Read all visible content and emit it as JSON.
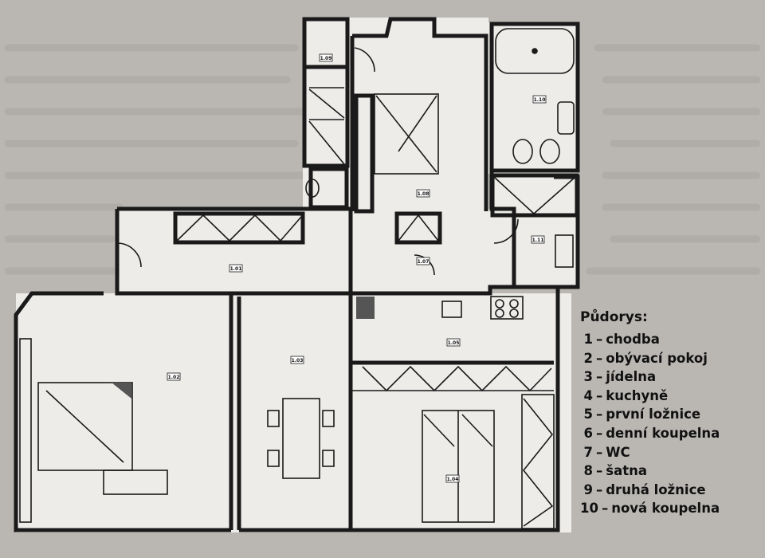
{
  "legend": {
    "title": "Půdorys:",
    "items": [
      {
        "num": "1",
        "label": "chodba"
      },
      {
        "num": "2",
        "label": "obývací pokoj"
      },
      {
        "num": "3",
        "label": "jídelna"
      },
      {
        "num": "4",
        "label": "kuchyně"
      },
      {
        "num": "5",
        "label": "první ložnice"
      },
      {
        "num": "6",
        "label": "denní koupelna"
      },
      {
        "num": "7",
        "label": "WC"
      },
      {
        "num": "8",
        "label": "šatna"
      },
      {
        "num": "9",
        "label": "druhá ložnice"
      },
      {
        "num": "10",
        "label": "nová koupelna"
      }
    ]
  },
  "room_ids": {
    "r101": "1.01",
    "r102": "1.02",
    "r103": "1.03",
    "r104": "1.04",
    "r105": "1.05",
    "r107": "1.07",
    "r108": "1.08",
    "r109": "1.09",
    "r110": "1.10",
    "r111": "1.11"
  },
  "colors": {
    "paper": "#f3f2ee",
    "wall": "#1a1a1a",
    "page": "#b9b6b2",
    "text_faint": "#9a9894"
  }
}
